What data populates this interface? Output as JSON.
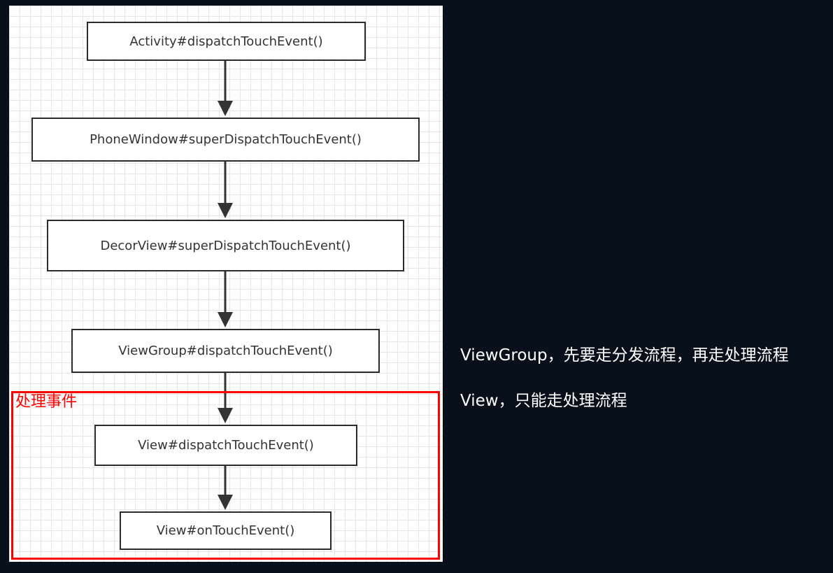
{
  "colors": {
    "background": "#08101c",
    "panel": "#ffffff",
    "grid": "#e6e6e6",
    "node_border": "#2b2b2b",
    "node_text": "#333333",
    "highlight": "#ff0000",
    "note_text": "#ffffff"
  },
  "flow": {
    "nodes": [
      "Activity#dispatchTouchEvent()",
      "PhoneWindow#superDispatchTouchEvent()",
      "DecorView#superDispatchTouchEvent()",
      "ViewGroup#dispatchTouchEvent()",
      "View#dispatchTouchEvent()",
      "View#onTouchEvent()"
    ]
  },
  "highlight": {
    "label": "处理事件"
  },
  "notes": {
    "viewgroup": "ViewGroup，先要走分发流程，再走处理流程",
    "view": "View，只能走处理流程"
  }
}
